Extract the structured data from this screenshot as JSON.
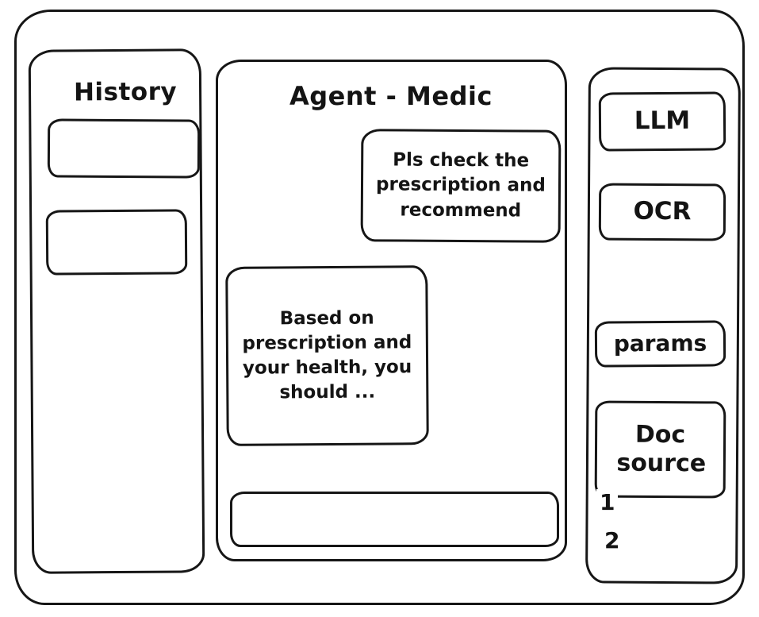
{
  "window": {
    "history": {
      "title": "History",
      "items": [
        {
          "label": ""
        },
        {
          "label": ""
        }
      ]
    },
    "chat": {
      "title": "Agent - Medic",
      "messages": [
        {
          "role": "user",
          "text": "Pls check the prescription and recommend"
        },
        {
          "role": "assistant",
          "text": "Based on prescription and your health, you should ..."
        }
      ],
      "input": {
        "value": "",
        "placeholder": ""
      }
    },
    "tools": {
      "buttons": [
        {
          "label": "LLM"
        },
        {
          "label": "OCR"
        },
        {
          "label": "params"
        },
        {
          "label": "Doc source"
        }
      ],
      "doc_source_list": [
        {
          "label": "1"
        },
        {
          "label": "2"
        }
      ]
    },
    "colors": {
      "ink": "#161616",
      "background": "#ffffff"
    }
  }
}
